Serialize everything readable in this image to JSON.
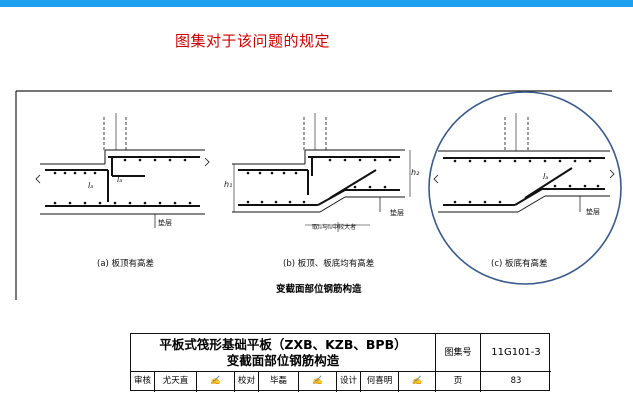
{
  "header": {
    "title": "图集对于该问题的规定"
  },
  "figure": {
    "captions": {
      "a": "(a) 板顶有高差",
      "b": "(b) 板顶、板底均有高差",
      "c": "(c) 板底有高差"
    },
    "labels": {
      "la": "lₐ",
      "h1": "h₁",
      "h2": "h₂",
      "cushion": "垫层",
      "slope_note": "取l₀与l₀中较大者"
    },
    "subtitle": "变截面部位钢筋构造"
  },
  "title_block": {
    "title_line1": "平板式筏形基础平板（ZXB、KZB、BPB）",
    "title_line2": "变截面部位钢筋构造",
    "atlas_label": "图集号",
    "atlas_value": "11G101-3",
    "review_label": "审核",
    "reviewer": "尤天直",
    "check_label": "校对",
    "checker": "毕磊",
    "design_label": "设计",
    "designer": "何喜明",
    "page_label": "页",
    "page_value": "83"
  },
  "colors": {
    "accent_bar": "#1ea0f0",
    "heading": "#cc0000",
    "highlight_circle": "#3a5a8a"
  }
}
